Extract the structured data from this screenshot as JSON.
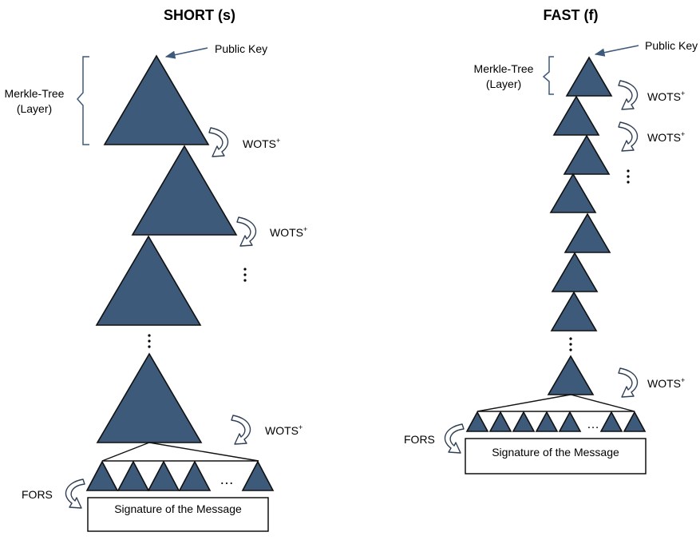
{
  "diagram": {
    "left": {
      "title": "SHORT (s)",
      "public_key": "Public Key",
      "merkle_line1": "Merkle-Tree",
      "merkle_line2": "(Layer)",
      "wots": "WOTS",
      "wots_sup": "+",
      "fors": "FORS",
      "ellipsis": "…",
      "signature": "Signature of the Message"
    },
    "right": {
      "title": "FAST (f)",
      "public_key": "Public Key",
      "merkle_line1": "Merkle-Tree",
      "merkle_line2": "(Layer)",
      "wots": "WOTS",
      "wots_sup": "+",
      "fors": "FORS",
      "ellipsis": "…",
      "signature": "Signature of the Message"
    },
    "colors": {
      "triangle_fill": "#3d5a7a",
      "outline": "#111111",
      "arrow_stroke": "#3d5a7a"
    }
  }
}
